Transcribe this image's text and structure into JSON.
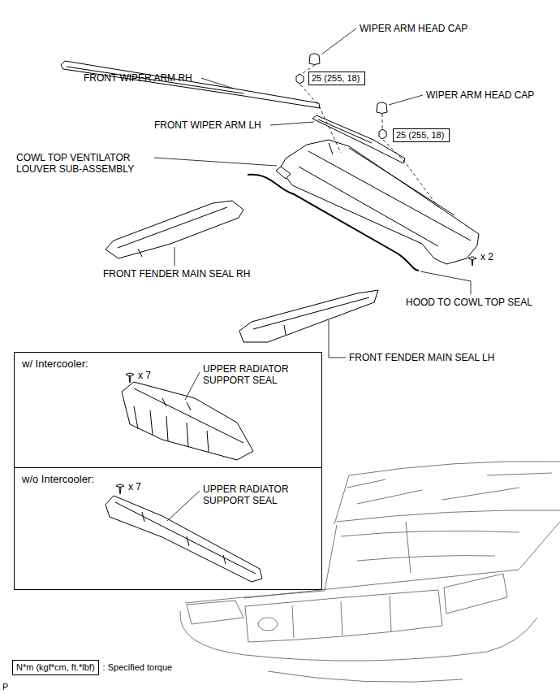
{
  "diagram": {
    "nodes": [
      {
        "text": [
          "25 (255, 18)"
        ]
      },
      {
        "text": [
          "25 (255, 18)"
        ]
      },
      {
        "text": [
          "w/ Intercooler:"
        ]
      },
      {
        "text": [
          "w/o Intercooler:"
        ]
      },
      {
        "text": [
          "N*m (kgf*cm, ft.*lbf)",
          ": Specified torque"
        ]
      }
    ],
    "labels": [
      "WIPER ARM HEAD CAP",
      "FRONT WIPER ARM RH",
      "WIPER ARM HEAD CAP",
      "FRONT WIPER ARM LH",
      "COWL TOP VENTILATOR LOUVER SUB-ASSEMBLY",
      "FRONT FENDER MAIN SEAL RH",
      "x 2",
      "HOOD TO COWL TOP SEAL",
      "FRONT FENDER MAIN SEAL LH",
      "x 7",
      "UPPER RADIATOR SUPPORT SEAL",
      "x 7",
      "UPPER RADIATOR SUPPORT SEAL",
      "P"
    ]
  }
}
